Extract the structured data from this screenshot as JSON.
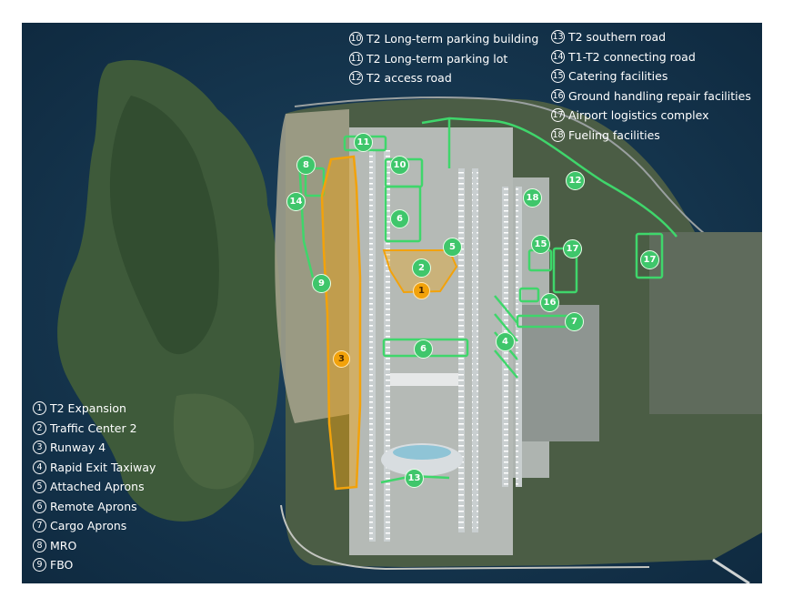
{
  "legend_top": [
    {
      "num": "10",
      "label": "T2 Long-term parking building"
    },
    {
      "num": "11",
      "label": "T2 Long-term parking lot"
    },
    {
      "num": "12",
      "label": "T2 access road"
    }
  ],
  "legend_top_right": [
    {
      "num": "13",
      "label": "T2 southern road"
    },
    {
      "num": "14",
      "label": "T1-T2 connecting road"
    },
    {
      "num": "15",
      "label": "Catering facilities"
    },
    {
      "num": "16",
      "label": "Ground handling repair facilities"
    },
    {
      "num": "17",
      "label": "Airport logistics complex"
    },
    {
      "num": "18",
      "label": "Fueling facilities"
    }
  ],
  "legend_bottom_left": [
    {
      "num": "1",
      "label": "T2 Expansion"
    },
    {
      "num": "2",
      "label": "Traffic Center 2"
    },
    {
      "num": "3",
      "label": "Runway 4"
    },
    {
      "num": "4",
      "label": "Rapid Exit Taxiway"
    },
    {
      "num": "5",
      "label": "Attached Aprons"
    },
    {
      "num": "6",
      "label": "Remote Aprons"
    },
    {
      "num": "7",
      "label": "Cargo Aprons"
    },
    {
      "num": "8",
      "label": "MRO"
    },
    {
      "num": "9",
      "label": "FBO"
    }
  ],
  "markers": {
    "m1": "1",
    "m2": "2",
    "m3": "3",
    "m4": "4",
    "m5": "5",
    "m6a": "6",
    "m6b": "6",
    "m7": "7",
    "m8": "8",
    "m9": "9",
    "m10": "10",
    "m11": "11",
    "m12": "12",
    "m13": "13",
    "m14": "14",
    "m15": "15",
    "m16": "16",
    "m17a": "17",
    "m17b": "17",
    "m18": "18"
  },
  "colors": {
    "sea": "#12314a",
    "land": "#3f5a3a",
    "airfield": "#b8bcb8",
    "highlight_green": "#3fd66b",
    "highlight_orange": "#f2a20b"
  }
}
